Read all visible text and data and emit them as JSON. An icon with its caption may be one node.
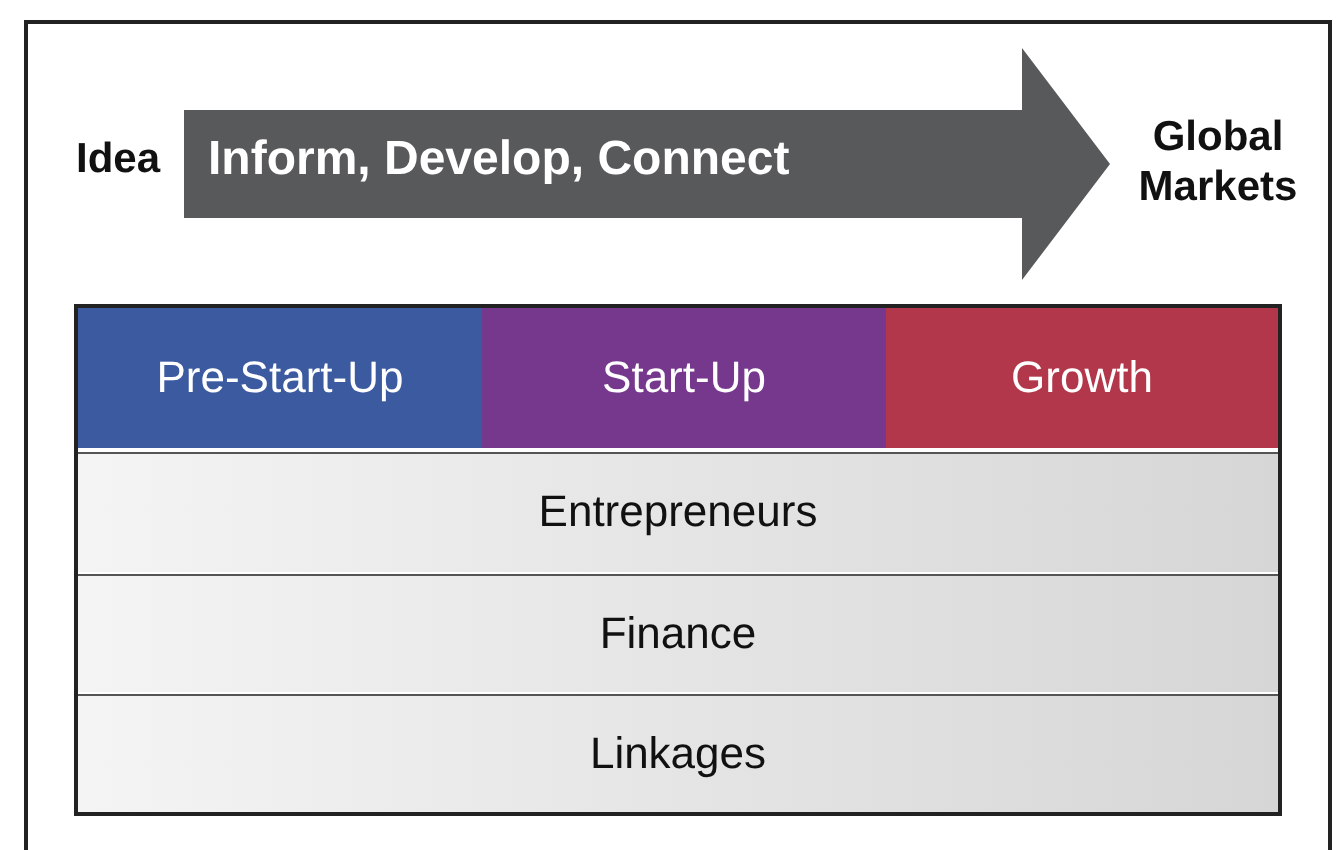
{
  "diagram": {
    "nodes": [
      {
        "text": [
          "Idea"
        ]
      },
      {
        "text": [
          "Global Markets"
        ]
      },
      {
        "text": [],
        "shape": "box"
      },
      {
        "text": [
          "Pre-Start-Up"
        ],
        "in": 2
      },
      {
        "text": [
          "Start-Up"
        ],
        "in": 2
      },
      {
        "text": [
          "Growth"
        ],
        "in": 2
      },
      {
        "text": [
          "Entrepreneurs"
        ],
        "in": 2
      },
      {
        "text": [
          "Finance"
        ],
        "in": 2
      },
      {
        "text": [
          "Linkages"
        ],
        "in": 2
      }
    ],
    "edges": [
      {
        "from": 0,
        "to": 1,
        "arrow": "to",
        "label": "Inform, Develop, Connect",
        "style": "thick"
      }
    ]
  }
}
